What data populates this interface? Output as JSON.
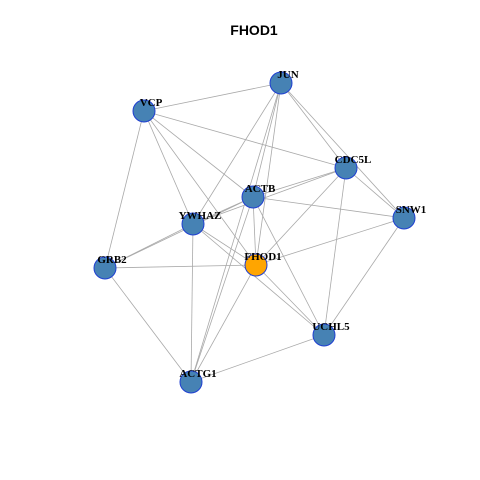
{
  "title": "FHOD1",
  "colors": {
    "node_fill": "#4682b4",
    "center_fill": "#ffa500",
    "node_stroke": "#1f3fd1",
    "center_stroke": "#b5651d",
    "edge": "#a9a9a9"
  },
  "nodes": [
    {
      "id": "JUN",
      "label": "JUN",
      "center": false
    },
    {
      "id": "VCP",
      "label": "VCP",
      "center": false
    },
    {
      "id": "CDC5L",
      "label": "CDC5L",
      "center": false
    },
    {
      "id": "ACTB",
      "label": "ACTB",
      "center": false
    },
    {
      "id": "SNW1",
      "label": "SNW1",
      "center": false
    },
    {
      "id": "YWHAZ",
      "label": "YWHAZ",
      "center": false
    },
    {
      "id": "GRB2",
      "label": "GRB2",
      "center": false
    },
    {
      "id": "FHOD1",
      "label": "FHOD1",
      "center": true
    },
    {
      "id": "UCHL5",
      "label": "UCHL5",
      "center": false
    },
    {
      "id": "ACTG1",
      "label": "ACTG1",
      "center": false
    }
  ],
  "edges": [
    [
      "VCP",
      "JUN"
    ],
    [
      "VCP",
      "GRB2"
    ],
    [
      "VCP",
      "YWHAZ"
    ],
    [
      "VCP",
      "ACTB"
    ],
    [
      "VCP",
      "FHOD1"
    ],
    [
      "VCP",
      "CDC5L"
    ],
    [
      "JUN",
      "CDC5L"
    ],
    [
      "JUN",
      "SNW1"
    ],
    [
      "JUN",
      "ACTB"
    ],
    [
      "JUN",
      "YWHAZ"
    ],
    [
      "JUN",
      "FHOD1"
    ],
    [
      "JUN",
      "ACTG1"
    ],
    [
      "CDC5L",
      "ACTB"
    ],
    [
      "CDC5L",
      "SNW1"
    ],
    [
      "CDC5L",
      "UCHL5"
    ],
    [
      "CDC5L",
      "FHOD1"
    ],
    [
      "CDC5L",
      "YWHAZ"
    ],
    [
      "ACTB",
      "SNW1"
    ],
    [
      "ACTB",
      "YWHAZ"
    ],
    [
      "ACTB",
      "GRB2"
    ],
    [
      "ACTB",
      "FHOD1"
    ],
    [
      "ACTB",
      "UCHL5"
    ],
    [
      "ACTB",
      "ACTG1"
    ],
    [
      "SNW1",
      "FHOD1"
    ],
    [
      "SNW1",
      "UCHL5"
    ],
    [
      "YWHAZ",
      "GRB2"
    ],
    [
      "YWHAZ",
      "FHOD1"
    ],
    [
      "YWHAZ",
      "ACTG1"
    ],
    [
      "YWHAZ",
      "UCHL5"
    ],
    [
      "GRB2",
      "FHOD1"
    ],
    [
      "GRB2",
      "ACTG1"
    ],
    [
      "FHOD1",
      "UCHL5"
    ],
    [
      "FHOD1",
      "ACTG1"
    ],
    [
      "UCHL5",
      "ACTG1"
    ]
  ]
}
